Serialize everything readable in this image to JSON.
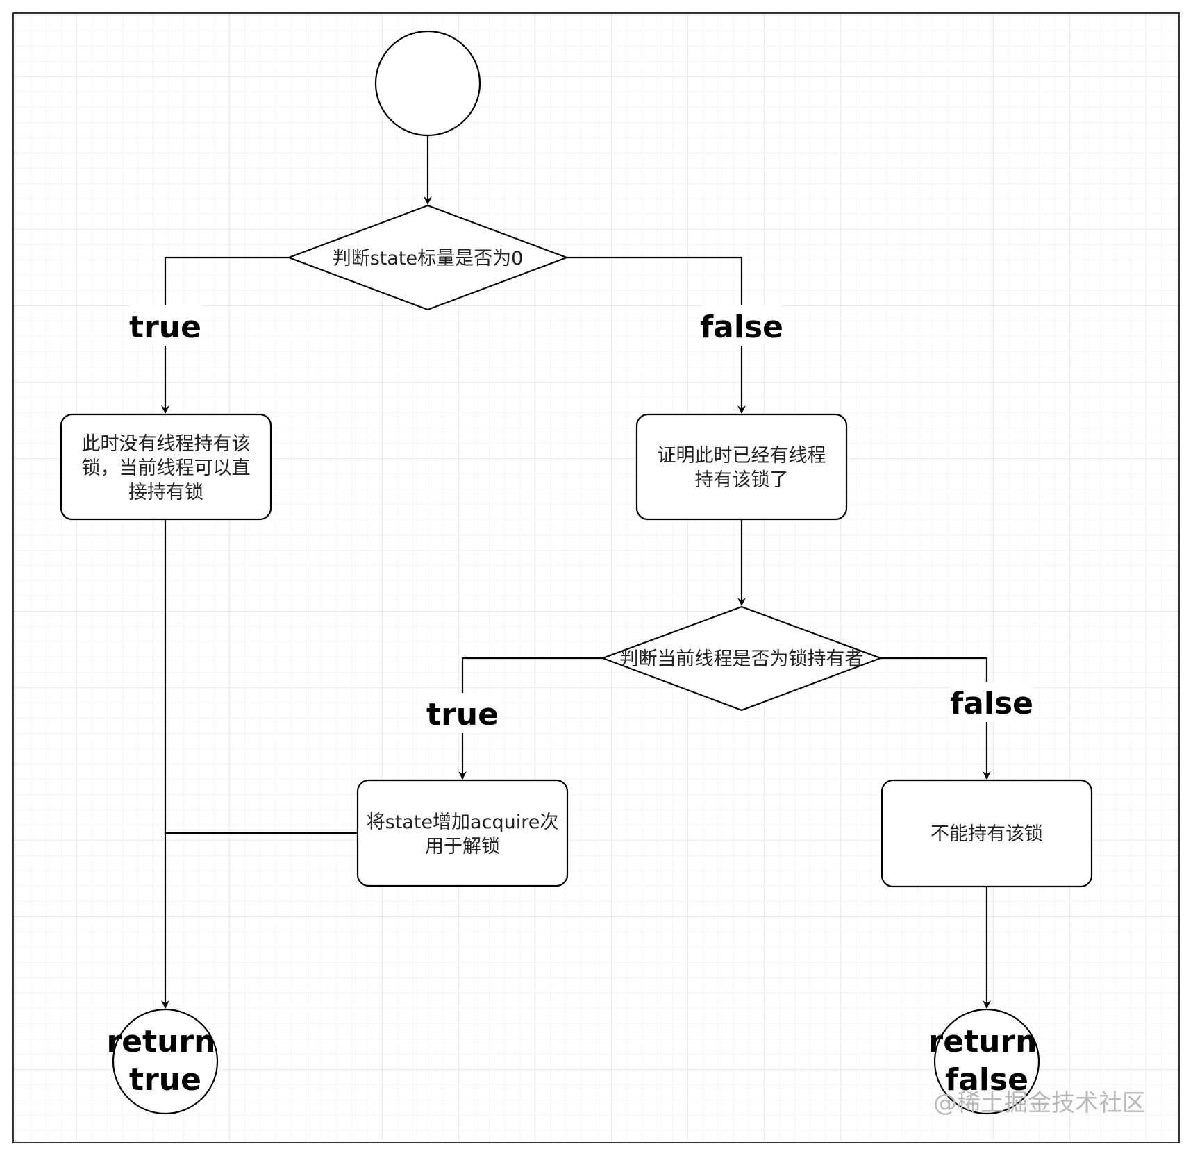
{
  "colors": {
    "background": "#ffffff",
    "grid": "#e4e4e4",
    "stroke": "#000000",
    "text": "#222222",
    "watermark": "#b8b8b8"
  },
  "nodes": {
    "start": {
      "label": ""
    },
    "decision1": {
      "label": "判断state标量是否为0"
    },
    "process_no_holder": {
      "lines": [
        "此时没有线程持有该",
        "锁，当前线程可以直",
        "接持有锁"
      ]
    },
    "process_already_held": {
      "lines": [
        "证明此时已经有线程",
        "持有该锁了"
      ]
    },
    "decision2": {
      "label": "判断当前线程是否为锁持有者"
    },
    "process_increase": {
      "lines": [
        "将state增加acquire次",
        "用于解锁"
      ]
    },
    "process_cannot_hold": {
      "lines": [
        "不能持有该锁"
      ]
    },
    "end_true": {
      "lines": [
        "return",
        "true"
      ]
    },
    "end_false": {
      "lines": [
        "return",
        "false"
      ]
    }
  },
  "edge_labels": {
    "d1_true": "true",
    "d1_false": "false",
    "d2_true": "true",
    "d2_false": "false"
  },
  "watermark": "@稀土掘金技术社区"
}
